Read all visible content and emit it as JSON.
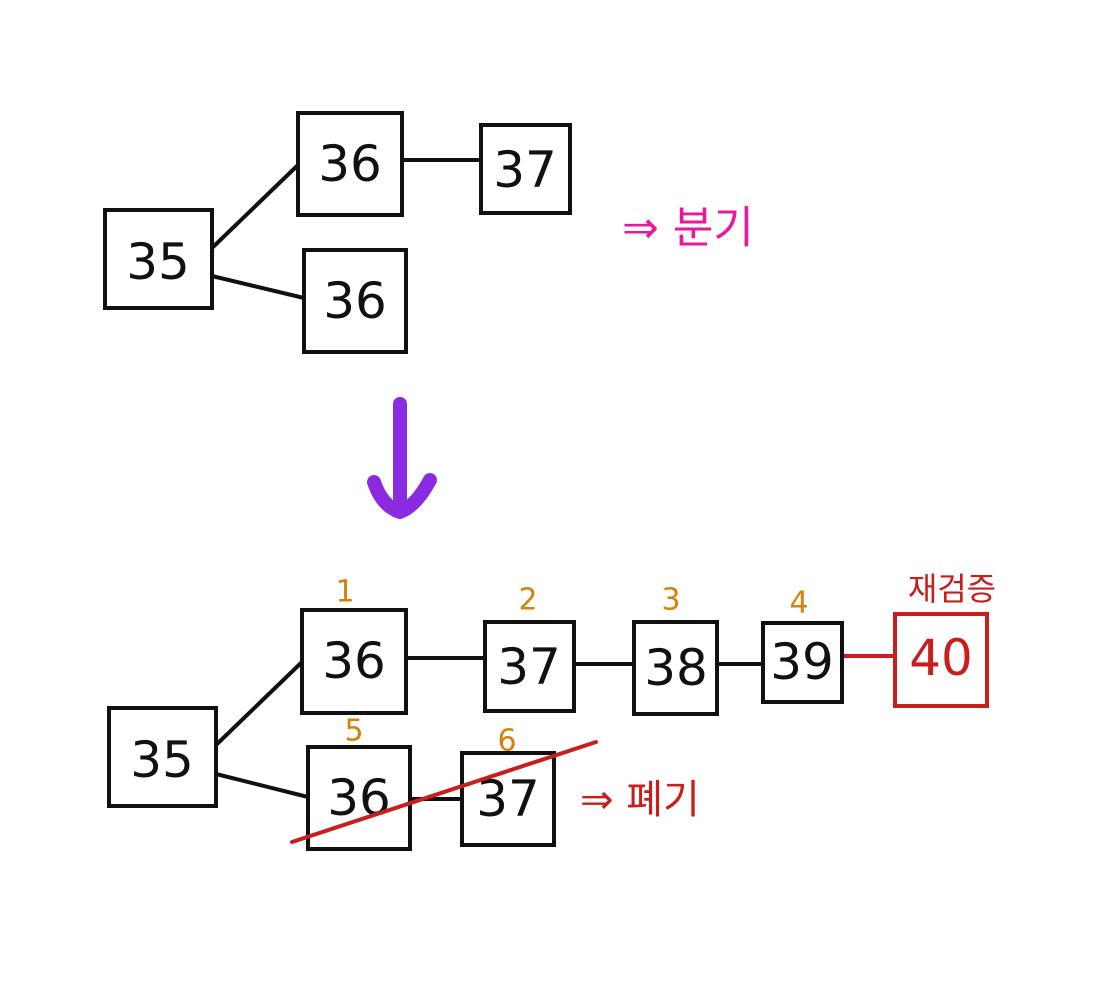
{
  "top": {
    "root": "35",
    "branch_a": "36",
    "branch_a_next": "37",
    "branch_b": "36",
    "note": "⇒ 분기"
  },
  "bottom": {
    "root": "35",
    "main_chain": [
      {
        "order": "1",
        "value": "36"
      },
      {
        "order": "2",
        "value": "37"
      },
      {
        "order": "3",
        "value": "38"
      },
      {
        "order": "4",
        "value": "39"
      }
    ],
    "revalidate_label": "재검증",
    "revalidate_value": "40",
    "discarded_chain": [
      {
        "order": "5",
        "value": "36"
      },
      {
        "order": "6",
        "value": "37"
      }
    ],
    "discard_note": "⇒ 폐기"
  },
  "colors": {
    "ink": "#111111",
    "pink": "#e8199a",
    "purple": "#8a2be2",
    "orange": "#d4820a",
    "red": "#c81e1e"
  }
}
